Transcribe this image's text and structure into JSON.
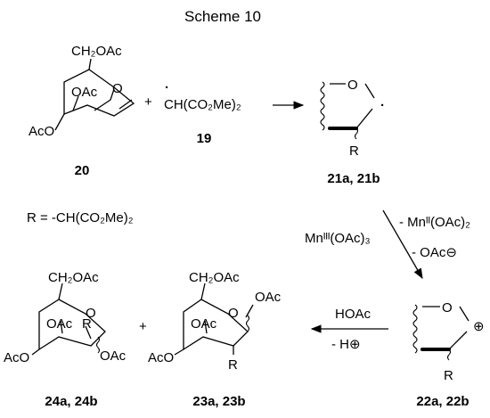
{
  "title": "Scheme 10",
  "common": {
    "ch2oac": "CH₂OAc",
    "oac": "OAc",
    "aco": "AcO",
    "o": "O",
    "r": "R",
    "plus": "+"
  },
  "compounds": {
    "c20_label": "20",
    "c19_formula": "CH(CO₂Me)₂",
    "c19_label": "19",
    "c21_label": "21a, 21b",
    "c22_label": "22a, 22b",
    "c23_label": "23a, 23b",
    "c24_label": "24a, 24b"
  },
  "r_definition": "R = -CH(CO₂Me)₂",
  "reagents": {
    "mn3": "Mnᴵᴵᴵ(OAc)₃",
    "minus_mn2": "- Mnᴵᴵ(OAc)₂",
    "minus_oac": "- OAc⊖",
    "hoac": "HOAc",
    "minus_h": "- H⊕"
  },
  "charges": {
    "radical_dot": "·",
    "cation": "⊕"
  }
}
